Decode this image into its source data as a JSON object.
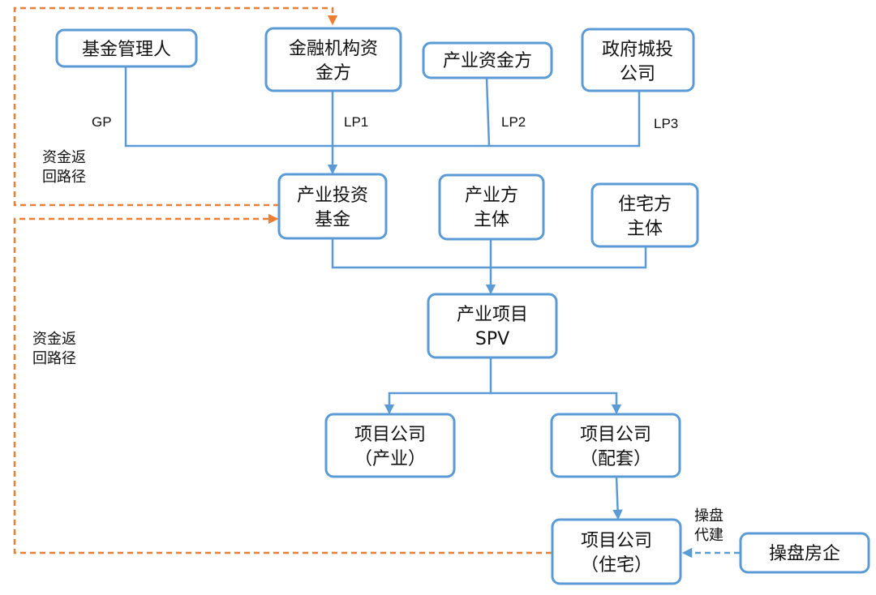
{
  "nodes": {
    "fund_manager": [
      "基金管理人"
    ],
    "financial_institution": [
      "金融机构资",
      "金方"
    ],
    "industry_capital": [
      "产业资金方"
    ],
    "gov_lgfv": [
      "政府城投",
      "公司"
    ],
    "industry_fund": [
      "产业投资",
      "基金"
    ],
    "industry_party": [
      "产业方",
      "主体"
    ],
    "residential_party": [
      "住宅方",
      "主体"
    ],
    "industry_spv": [
      "产业项目",
      "SPV"
    ],
    "project_industry": [
      "项目公司",
      "（产业）"
    ],
    "project_supporting": [
      "项目公司",
      "（配套）"
    ],
    "project_residential": [
      "项目公司",
      "（住宅）"
    ],
    "developer": [
      "操盘房企"
    ]
  },
  "edge_labels": {
    "gp": "GP",
    "lp1": "LP1",
    "lp2": "LP2",
    "lp3": "LP3",
    "operate_build": [
      "操盘",
      "代建"
    ]
  },
  "side_labels": {
    "return_path_top": [
      "资金返",
      "回路径"
    ],
    "return_path_bottom": [
      "资金返",
      "回路径"
    ]
  },
  "colors": {
    "box_stroke": "#5b9bd5",
    "flow_line": "#5b9bd5",
    "return_path": "#ed7d31"
  }
}
